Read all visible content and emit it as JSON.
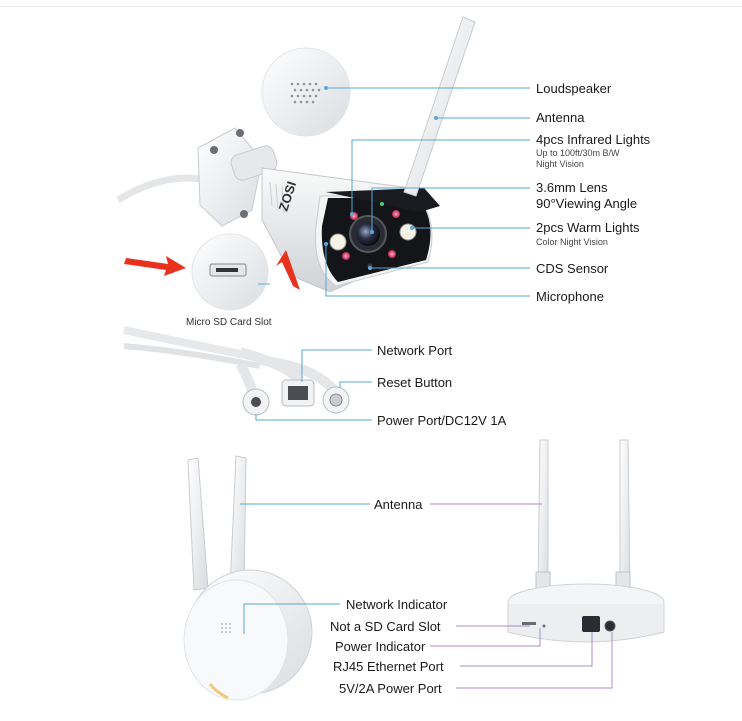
{
  "camera": {
    "loudspeaker": "Loudspeaker",
    "antenna": "Antenna",
    "infrared_title": "4pcs Infrared Lights",
    "infrared_sub1": "Up to 100ft/30m B/W",
    "infrared_sub2": "Night Vision",
    "lens_title": "3.6mm Lens",
    "lens_sub": "90°Viewing Angle",
    "warm_title": "2pcs Warm Lights",
    "warm_sub": "Color Night Vision",
    "cds": "CDS Sensor",
    "microphone": "Microphone",
    "sd_slot": "Micro SD Card Slot",
    "brand": "ZOSI"
  },
  "cable": {
    "network_port": "Network Port",
    "reset_button": "Reset Button",
    "power_port": "Power Port/DC12V 1A"
  },
  "router": {
    "antenna": "Antenna",
    "network_indicator": "Network Indicator",
    "not_sd": "Not a SD Card Slot",
    "power_indicator": "Power Indicator",
    "rj45": "RJ45 Ethernet Port",
    "power_port": "5V/2A Power Port"
  },
  "colors": {
    "callout_blue": "#5aa7d8",
    "callout_purple": "#a88cc8",
    "arrow_red": "#e8321e",
    "ir_led": "#d8406a"
  }
}
